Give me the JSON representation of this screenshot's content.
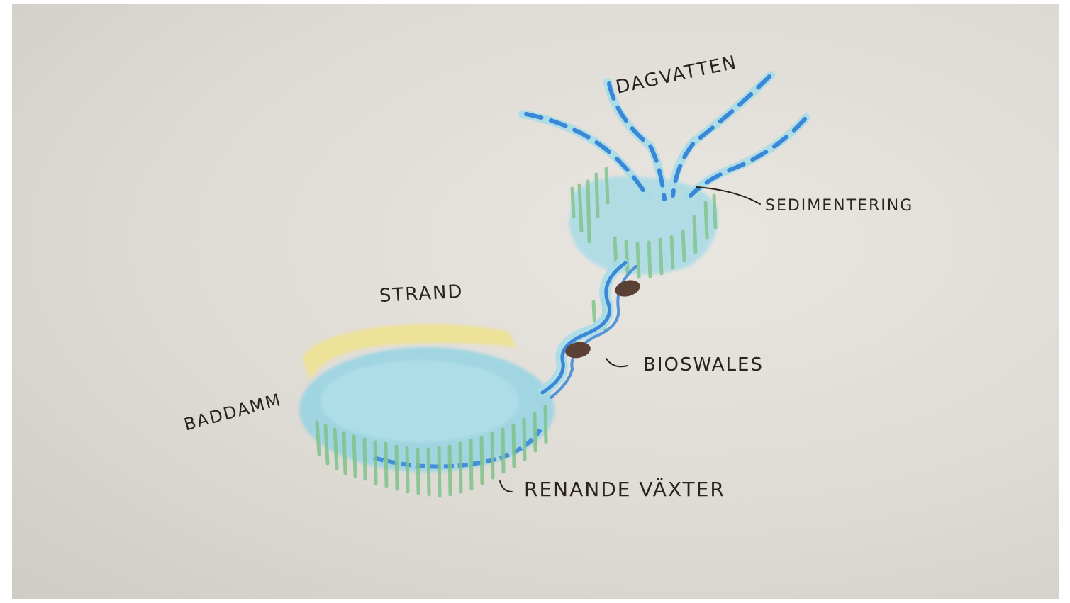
{
  "labels": {
    "dagvatten": "DAGVATTEN",
    "sedimentering": "SEDIMENTERING",
    "strand": "STRAND",
    "bioswales": "BIOSWALES",
    "baddamm": "BADDAMM",
    "renande_vaxter": "RENANDE VÄXTER"
  },
  "colors": {
    "paper": "#dedad4",
    "water_light": "#8fd3e3",
    "water_dark": "#3a87d8",
    "plants": "#8cc78f",
    "sand": "#f1e58a",
    "stone": "#5b4036",
    "ink": "#2a2320"
  }
}
